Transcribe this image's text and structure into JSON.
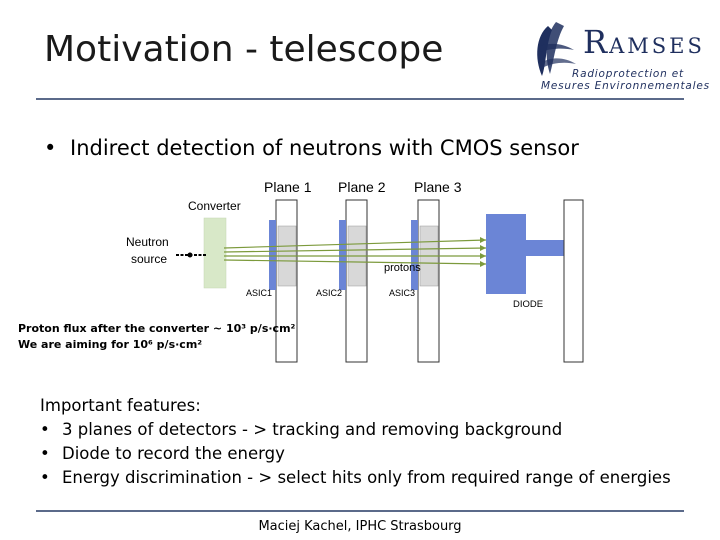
{
  "slide": {
    "title": "Motivation - telescope",
    "main_bullet": "Indirect detection of neutrons with CMOS sensor",
    "bullet_glyph": "•"
  },
  "logo": {
    "word_initial": "R",
    "word_rest": "AMSES",
    "subtitle_line1": "Radioprotection et",
    "subtitle_line2": "Mesures Environnementales",
    "icon": "globe-wave-icon",
    "color": "#1f2f5e"
  },
  "diagram": {
    "plane_labels": [
      "Plane 1",
      "Plane 2",
      "Plane 3"
    ],
    "converter_label": "Converter",
    "source_label_line1": "Neutron",
    "source_label_line2": "source",
    "protons_label": "protons",
    "asic_labels": [
      "ASIC1",
      "ASIC2",
      "ASIC3"
    ],
    "diode_label": "DIODE",
    "colors": {
      "converter": "#d8e8c8",
      "sensor": "#6b85d6",
      "sensor_gray": "#d8d8d8",
      "track": "#7c9a3c",
      "diode": "#6b85d6",
      "frame": "#333333"
    }
  },
  "notes": {
    "line1": "Proton flux after the converter ~ 10³ p/s·cm²",
    "line2": "We are aiming for 10⁶ p/s·cm²"
  },
  "features": {
    "heading": "Important features:",
    "items": [
      "3 planes of detectors  - > tracking and removing background",
      "Diode to record the energy",
      "Energy discrimination - > select hits only from required range of energies"
    ]
  },
  "footer": {
    "author": "Maciej Kachel, IPHC Strasbourg"
  }
}
